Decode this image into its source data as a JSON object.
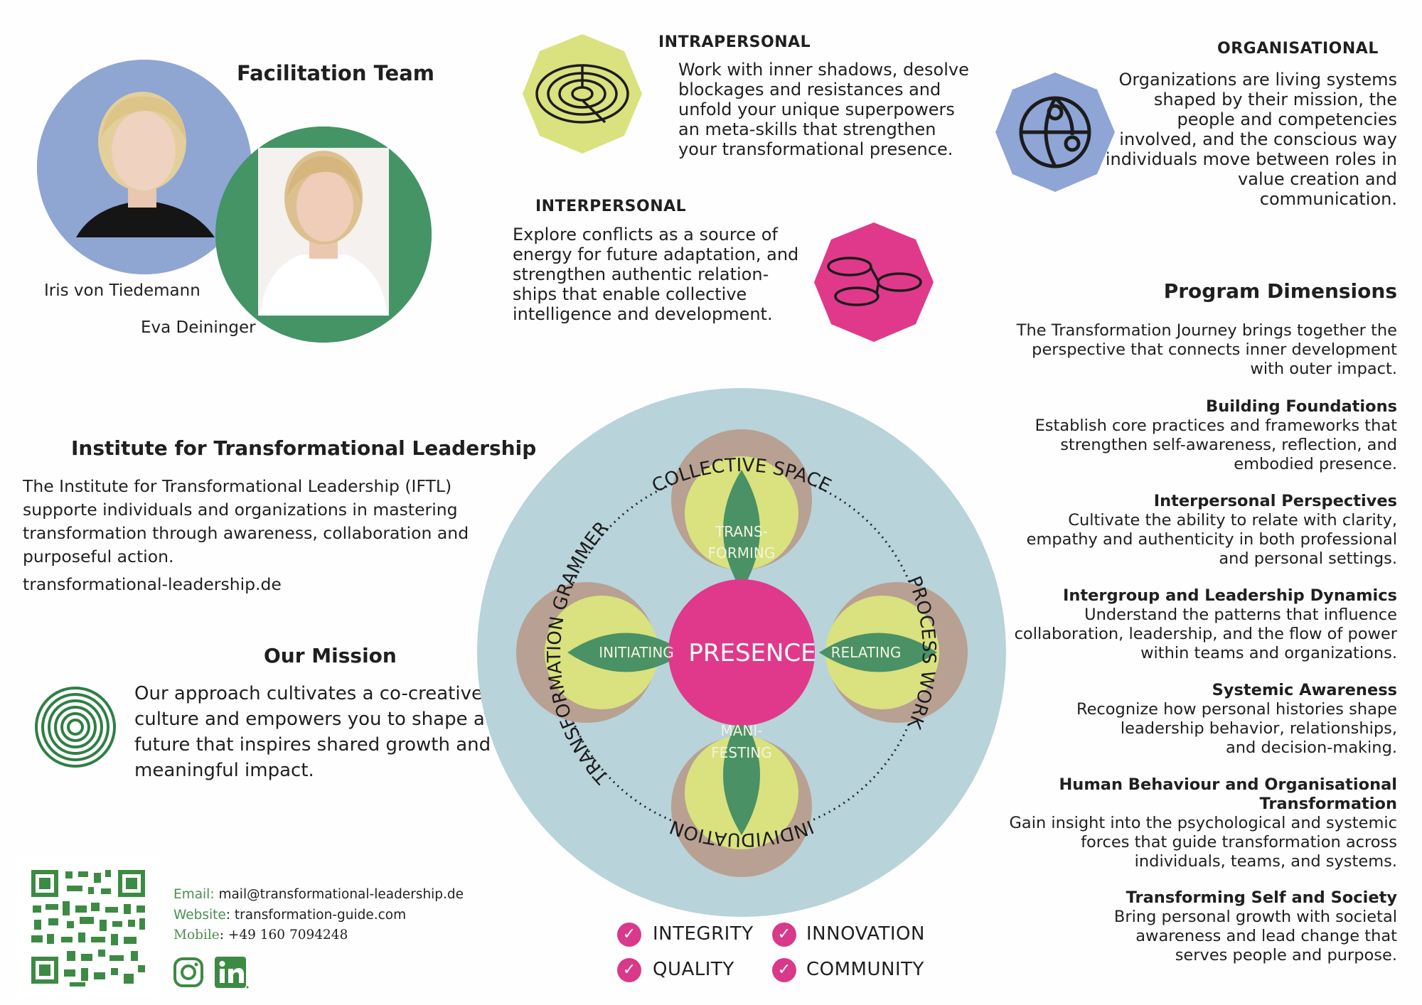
{
  "team": {
    "title": "Facilitation Team",
    "member1": "Iris von Tiedemann",
    "member2": "Eva Deininger"
  },
  "intrapersonal": {
    "heading": "INTRAPERSONAL",
    "lines": [
      "Work with inner shadows, desolve",
      "blockages and resistances and",
      "unfold your unique superpowers",
      "an meta-skills that strengthen",
      "your transformational presence."
    ],
    "icon": "labyrinth-icon",
    "color": "#d9e27e"
  },
  "interpersonal": {
    "heading": "INTERPERSONAL",
    "lines": [
      "Explore conflicts as a source of",
      "energy for future adaptation, and",
      "strengthen authentic relation-",
      "ships that enable collective",
      "intelligence and development."
    ],
    "icon": "network-icon",
    "color": "#e0398b"
  },
  "organisational": {
    "heading": "ORGANISATIONAL",
    "lines": [
      "Organizations are living systems",
      "shaped by their mission, the",
      "people and competencies",
      "involved, and the conscious way",
      "individuals move between roles in",
      "value creation and",
      "communication."
    ],
    "icon": "globe-icon",
    "color": "#8ea5d6"
  },
  "program": {
    "title": "Program Dimensions",
    "intro": [
      "The Transformation Journey brings together the",
      "perspective that connects  inner development",
      "with outer impact."
    ],
    "items": [
      {
        "title": [
          "Building Foundations"
        ],
        "body": [
          "Establish core practices and frameworks that",
          "strengthen self-awareness, reflection, and",
          "embodied presence."
        ]
      },
      {
        "title": [
          "Interpersonal Perspectives"
        ],
        "body": [
          "Cultivate the ability to relate with clarity,",
          "empathy and authenticity in both professional",
          "and personal settings."
        ]
      },
      {
        "title": [
          "Intergroup and Leadership Dynamics"
        ],
        "body": [
          "Understand the patterns that influence",
          "collaboration, leadership, and the flow of power",
          "within teams and organizations."
        ]
      },
      {
        "title": [
          "Systemic Awareness"
        ],
        "body": [
          "Recognize how personal histories shape",
          "leadership behavior, relationships,",
          "and decision-making."
        ]
      },
      {
        "title": [
          "Human Behaviour and Organisational",
          "Transformation"
        ],
        "body": [
          "Gain insight into the psychological and systemic",
          "forces that guide transformation across",
          "individuals, teams, and systems."
        ]
      },
      {
        "title": [
          "Transforming Self and Society"
        ],
        "body": [
          "Bring personal growth with societal",
          "awareness and lead change that",
          "serves people and purpose."
        ]
      }
    ]
  },
  "institute": {
    "title": "Institute for Transformational Leadership",
    "lines": [
      "The Institute for Transformational Leadership (IFTL)",
      "supporte individuals and organizations in mastering",
      "transformation through awareness, collaboration and",
      "purposeful action."
    ],
    "url": "transformational-leadership.de"
  },
  "mission": {
    "title": "Our Mission",
    "lines": [
      "Our approach cultivates a co-creative",
      "culture and empowers you to shape a",
      "future that inspires shared growth and",
      "meaningful impact."
    ]
  },
  "diagram": {
    "center": "PRESENCE",
    "top_line1": "TRANS-",
    "top_line2": "FORMING",
    "left": "INITIATING",
    "right": "RELATING",
    "bottom_line1": "MANI-",
    "bottom_line2": "FESTING",
    "ring_top": "COLLECTIVE SPACE",
    "ring_left": "TRANSFORMATION GRAMMER",
    "ring_right": "PROCESS WORK",
    "ring_bottom": "INDIVIDUATION",
    "colors": {
      "ring": "#b8d3da",
      "petal_outer": "#b8a093",
      "petal_inner": "#d9e27e",
      "leaf": "#4a9165",
      "center": "#e0398b"
    }
  },
  "values": [
    "INTEGRITY",
    "INNOVATION",
    "QUALITY",
    "COMMUNITY"
  ],
  "contact": {
    "email_label": "Email:",
    "email": "mail@transformational-leadership.de",
    "website_label": "Website",
    "website": ": transformation-guide.com",
    "mobile_label": "Mobile",
    "mobile": ": +49 160 7094248",
    "social": [
      "instagram-icon",
      "linkedin-icon"
    ]
  }
}
